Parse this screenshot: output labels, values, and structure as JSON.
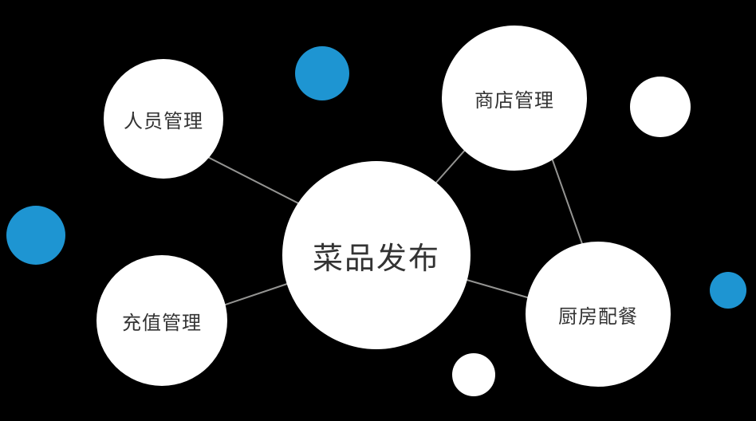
{
  "diagram": {
    "center_node": {
      "id": "dish-publish",
      "label": "菜品发布"
    },
    "satellite_nodes": [
      {
        "id": "personnel",
        "label": "人员管理"
      },
      {
        "id": "store",
        "label": "商店管理"
      },
      {
        "id": "recharge",
        "label": "充值管理"
      },
      {
        "id": "kitchen",
        "label": "厨房配餐"
      }
    ],
    "connections": [
      {
        "from": "人员管理",
        "to": "菜品发布"
      },
      {
        "from": "商店管理",
        "to": "菜品发布"
      },
      {
        "from": "充值管理",
        "to": "菜品发布"
      },
      {
        "from": "菜品发布",
        "to": "厨房配餐"
      },
      {
        "from": "商店管理",
        "to": "厨房配餐"
      }
    ],
    "colors": {
      "background": "#000000",
      "bubble_fill": "#ffffff",
      "accent_blue": "#1e95d2",
      "connector_gray": "#949492",
      "label_text": "#333333"
    }
  }
}
